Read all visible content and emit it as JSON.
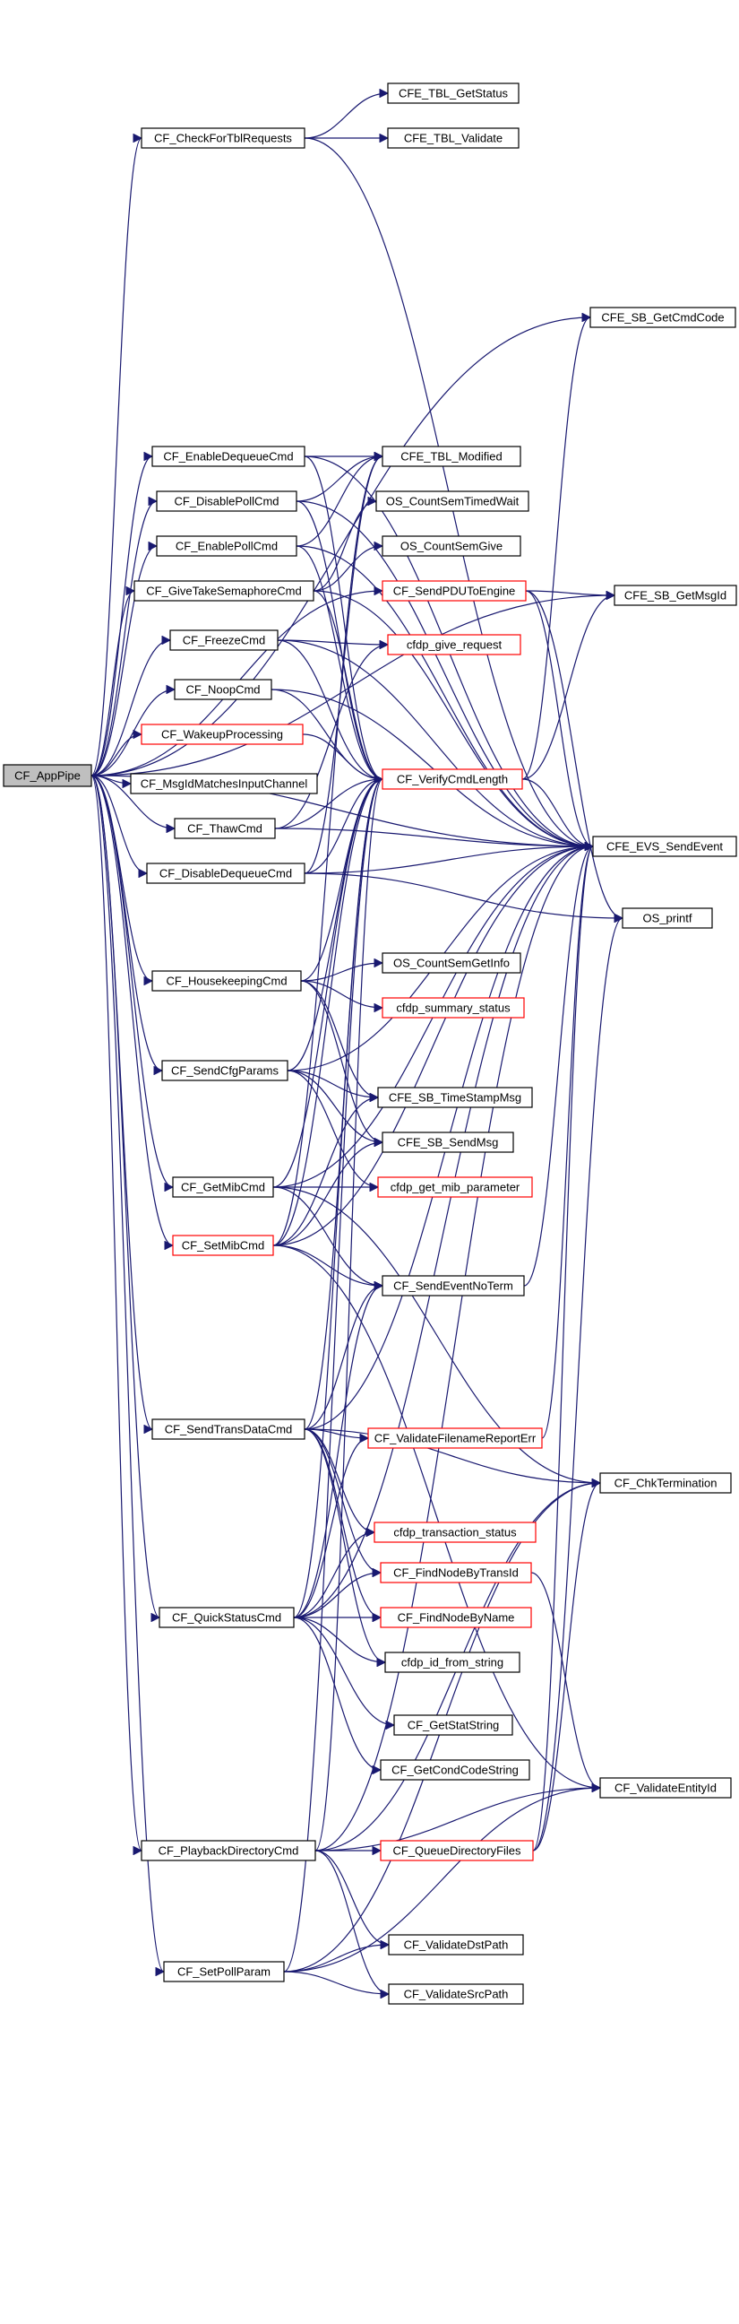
{
  "diagram": {
    "type": "call-graph",
    "nodes": [
      {
        "id": "app",
        "label": "CF_AppPipe",
        "root": true
      },
      {
        "id": "chk",
        "label": "CF_CheckForTblRequests"
      },
      {
        "id": "tblget",
        "label": "CFE_TBL_GetStatus"
      },
      {
        "id": "tblval",
        "label": "CFE_TBL_Validate"
      },
      {
        "id": "getcmd",
        "label": "CFE_SB_GetCmdCode"
      },
      {
        "id": "endeq",
        "label": "CF_EnableDequeueCmd"
      },
      {
        "id": "tblmod",
        "label": "CFE_TBL_Modified"
      },
      {
        "id": "dispoll",
        "label": "CF_DisablePollCmd"
      },
      {
        "id": "semtw",
        "label": "OS_CountSemTimedWait"
      },
      {
        "id": "enpoll",
        "label": "CF_EnablePollCmd"
      },
      {
        "id": "semgive",
        "label": "OS_CountSemGive"
      },
      {
        "id": "gts",
        "label": "CF_GiveTakeSemaphoreCmd"
      },
      {
        "id": "sendpdu",
        "label": "CF_SendPDUToEngine",
        "red": true
      },
      {
        "id": "getmsg",
        "label": "CFE_SB_GetMsgId"
      },
      {
        "id": "freeze",
        "label": "CF_FreezeCmd"
      },
      {
        "id": "give",
        "label": "cfdp_give_request",
        "red": true
      },
      {
        "id": "noop",
        "label": "CF_NoopCmd"
      },
      {
        "id": "wake",
        "label": "CF_WakeupProcessing",
        "red": true
      },
      {
        "id": "verify",
        "label": "CF_VerifyCmdLength",
        "red": true
      },
      {
        "id": "match",
        "label": "CF_MsgIdMatchesInputChannel"
      },
      {
        "id": "thaw",
        "label": "CF_ThawCmd"
      },
      {
        "id": "evs",
        "label": "CFE_EVS_SendEvent"
      },
      {
        "id": "disdeq",
        "label": "CF_DisableDequeueCmd"
      },
      {
        "id": "printf",
        "label": "OS_printf"
      },
      {
        "id": "hk",
        "label": "CF_HousekeepingCmd"
      },
      {
        "id": "seminfo",
        "label": "OS_CountSemGetInfo"
      },
      {
        "id": "summary",
        "label": "cfdp_summary_status",
        "red": true
      },
      {
        "id": "cfg",
        "label": "CF_SendCfgParams"
      },
      {
        "id": "tstamp",
        "label": "CFE_SB_TimeStampMsg"
      },
      {
        "id": "sbsend",
        "label": "CFE_SB_SendMsg"
      },
      {
        "id": "getmib",
        "label": "CF_GetMibCmd"
      },
      {
        "id": "mibparam",
        "label": "cfdp_get_mib_parameter",
        "red": true
      },
      {
        "id": "setmib",
        "label": "CF_SetMibCmd",
        "red": true
      },
      {
        "id": "evnoterm",
        "label": "CF_SendEventNoTerm"
      },
      {
        "id": "std",
        "label": "CF_SendTransDataCmd"
      },
      {
        "id": "vfre",
        "label": "CF_ValidateFilenameReportErr",
        "red": true
      },
      {
        "id": "chkterm",
        "label": "CF_ChkTermination"
      },
      {
        "id": "transtat",
        "label": "cfdp_transaction_status",
        "red": true
      },
      {
        "id": "fnbt",
        "label": "CF_FindNodeByTransId",
        "red": true
      },
      {
        "id": "qs",
        "label": "CF_QuickStatusCmd"
      },
      {
        "id": "fnbn",
        "label": "CF_FindNodeByName",
        "red": true
      },
      {
        "id": "idfrom",
        "label": "cfdp_id_from_string"
      },
      {
        "id": "statstr",
        "label": "CF_GetStatString"
      },
      {
        "id": "condstr",
        "label": "CF_GetCondCodeString"
      },
      {
        "id": "valent",
        "label": "CF_ValidateEntityId"
      },
      {
        "id": "pbdir",
        "label": "CF_PlaybackDirectoryCmd"
      },
      {
        "id": "qdir",
        "label": "CF_QueueDirectoryFiles",
        "red": true
      },
      {
        "id": "dstpath",
        "label": "CF_ValidateDstPath"
      },
      {
        "id": "setpoll",
        "label": "CF_SetPollParam"
      },
      {
        "id": "srcpath",
        "label": "CF_ValidateSrcPath"
      }
    ],
    "edges": [
      [
        "app",
        "chk"
      ],
      [
        "app",
        "getcmd"
      ],
      [
        "app",
        "endeq"
      ],
      [
        "app",
        "dispoll"
      ],
      [
        "app",
        "enpoll"
      ],
      [
        "app",
        "gts"
      ],
      [
        "app",
        "sendpdu"
      ],
      [
        "app",
        "freeze"
      ],
      [
        "app",
        "noop"
      ],
      [
        "app",
        "wake"
      ],
      [
        "app",
        "match"
      ],
      [
        "app",
        "thaw"
      ],
      [
        "app",
        "disdeq"
      ],
      [
        "app",
        "hk"
      ],
      [
        "app",
        "cfg"
      ],
      [
        "app",
        "getmib"
      ],
      [
        "app",
        "setmib"
      ],
      [
        "app",
        "std"
      ],
      [
        "app",
        "qs"
      ],
      [
        "app",
        "pbdir"
      ],
      [
        "app",
        "setpoll"
      ],
      [
        "app",
        "evs"
      ],
      [
        "app",
        "getmsg"
      ],
      [
        "chk",
        "tblget"
      ],
      [
        "chk",
        "tblval"
      ],
      [
        "chk",
        "evs"
      ],
      [
        "endeq",
        "tblmod"
      ],
      [
        "endeq",
        "verify"
      ],
      [
        "endeq",
        "evs"
      ],
      [
        "dispoll",
        "tblmod"
      ],
      [
        "dispoll",
        "verify"
      ],
      [
        "dispoll",
        "evs"
      ],
      [
        "enpoll",
        "tblmod"
      ],
      [
        "enpoll",
        "verify"
      ],
      [
        "enpoll",
        "evs"
      ],
      [
        "gts",
        "semtw"
      ],
      [
        "gts",
        "semgive"
      ],
      [
        "gts",
        "verify"
      ],
      [
        "gts",
        "evs"
      ],
      [
        "sendpdu",
        "getmsg"
      ],
      [
        "sendpdu",
        "evs"
      ],
      [
        "sendpdu",
        "printf"
      ],
      [
        "freeze",
        "give"
      ],
      [
        "freeze",
        "verify"
      ],
      [
        "freeze",
        "evs"
      ],
      [
        "noop",
        "verify"
      ],
      [
        "noop",
        "evs"
      ],
      [
        "wake",
        "verify"
      ],
      [
        "thaw",
        "give"
      ],
      [
        "thaw",
        "verify"
      ],
      [
        "thaw",
        "evs"
      ],
      [
        "disdeq",
        "tblmod"
      ],
      [
        "disdeq",
        "verify"
      ],
      [
        "disdeq",
        "evs"
      ],
      [
        "disdeq",
        "printf"
      ],
      [
        "verify",
        "getcmd"
      ],
      [
        "verify",
        "getmsg"
      ],
      [
        "verify",
        "evs"
      ],
      [
        "hk",
        "seminfo"
      ],
      [
        "hk",
        "summary"
      ],
      [
        "hk",
        "tstamp"
      ],
      [
        "hk",
        "sbsend"
      ],
      [
        "hk",
        "verify"
      ],
      [
        "cfg",
        "tstamp"
      ],
      [
        "cfg",
        "sbsend"
      ],
      [
        "cfg",
        "mibparam"
      ],
      [
        "cfg",
        "verify"
      ],
      [
        "cfg",
        "evs"
      ],
      [
        "getmib",
        "mibparam"
      ],
      [
        "getmib",
        "verify"
      ],
      [
        "getmib",
        "evnoterm"
      ],
      [
        "getmib",
        "evs"
      ],
      [
        "getmib",
        "chkterm"
      ],
      [
        "setmib",
        "tstamp"
      ],
      [
        "setmib",
        "sbsend"
      ],
      [
        "setmib",
        "verify"
      ],
      [
        "setmib",
        "evnoterm"
      ],
      [
        "setmib",
        "evs"
      ],
      [
        "setmib",
        "valent"
      ],
      [
        "setmib",
        "tblmod"
      ],
      [
        "evnoterm",
        "evs"
      ],
      [
        "std",
        "verify"
      ],
      [
        "std",
        "vfre"
      ],
      [
        "std",
        "chkterm"
      ],
      [
        "std",
        "transtat"
      ],
      [
        "std",
        "fnbt"
      ],
      [
        "std",
        "fnbn"
      ],
      [
        "std",
        "idfrom"
      ],
      [
        "std",
        "evnoterm"
      ],
      [
        "std",
        "evs"
      ],
      [
        "vfre",
        "evs"
      ],
      [
        "qs",
        "verify"
      ],
      [
        "qs",
        "vfre"
      ],
      [
        "qs",
        "transtat"
      ],
      [
        "qs",
        "fnbt"
      ],
      [
        "qs",
        "fnbn"
      ],
      [
        "qs",
        "idfrom"
      ],
      [
        "qs",
        "statstr"
      ],
      [
        "qs",
        "condstr"
      ],
      [
        "qs",
        "evnoterm"
      ],
      [
        "qs",
        "evs"
      ],
      [
        "fnbt",
        "valent"
      ],
      [
        "pbdir",
        "qdir"
      ],
      [
        "pbdir",
        "verify"
      ],
      [
        "pbdir",
        "valent"
      ],
      [
        "pbdir",
        "dstpath"
      ],
      [
        "pbdir",
        "srcpath"
      ],
      [
        "pbdir",
        "chkterm"
      ],
      [
        "pbdir",
        "evs"
      ],
      [
        "qdir",
        "evs"
      ],
      [
        "qdir",
        "printf"
      ],
      [
        "qdir",
        "chkterm"
      ],
      [
        "setpoll",
        "dstpath"
      ],
      [
        "setpoll",
        "srcpath"
      ],
      [
        "setpoll",
        "valent"
      ],
      [
        "setpoll",
        "verify"
      ],
      [
        "setpoll",
        "chkterm"
      ]
    ]
  }
}
